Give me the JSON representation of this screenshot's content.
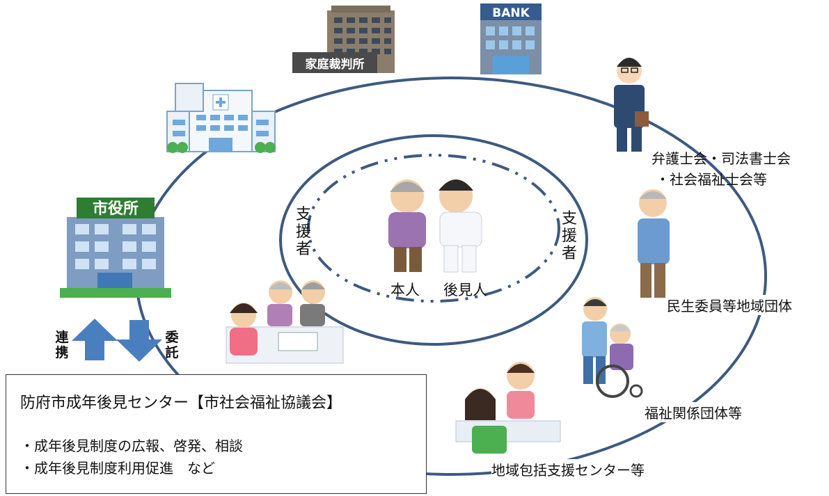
{
  "buildings": {
    "court_sign": "家庭裁判所",
    "bank_sign": "BANK",
    "city_hall_sign": "市役所"
  },
  "inner": {
    "left_supporter": [
      "支",
      "援",
      "者"
    ],
    "right_supporter": [
      "支",
      "援",
      "者"
    ],
    "person_label": "本人",
    "guardian_label": "後見人"
  },
  "arrows": {
    "up_label": [
      "連",
      "携"
    ],
    "down_label": [
      "委",
      "託"
    ]
  },
  "outer_labels": {
    "lawyers_line1": "弁護士会・司法書士会",
    "lawyers_line2": "・社会福祉士会等",
    "community": "民生委員等地域団体",
    "welfare": "福祉関係団体等",
    "regional_center": "地域包括支援センター等"
  },
  "center_box": {
    "title": "防府市成年後見センター【市社会福祉協議会】",
    "bullet1": "・成年後見制度の広報、啓発、相談",
    "bullet2": "・成年後見制度利用促進　など"
  },
  "colors": {
    "ring": "#3d5a80",
    "arrow": "#4a7fbf",
    "building_blue": "#6fa8dc",
    "sign_green": "#2e7d32"
  }
}
